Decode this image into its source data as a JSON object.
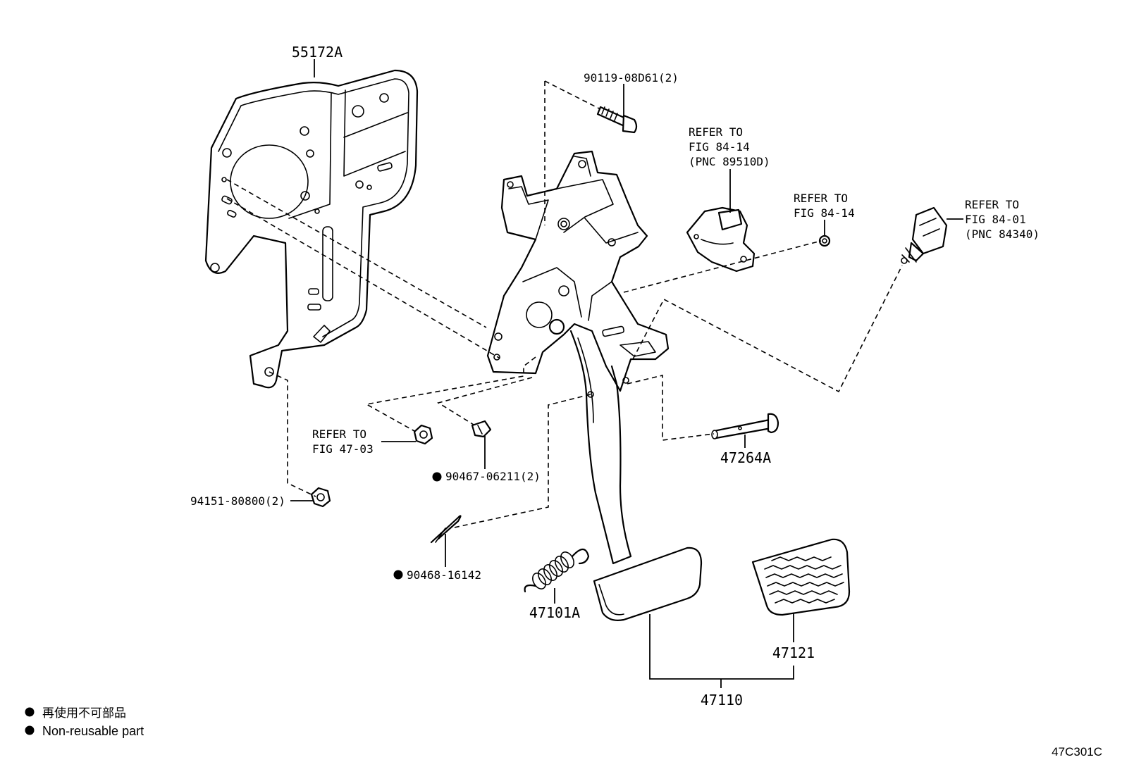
{
  "labels": {
    "bracket": "55172A",
    "bolt_top": "90119-08D61(2)",
    "refer_sensor_1": "REFER TO",
    "refer_sensor_2": "FIG 84-14",
    "refer_sensor_3": "(PNC 89510D)",
    "refer_nut_1": "REFER TO",
    "refer_nut_2": "FIG 84-14",
    "refer_switch_1": "REFER TO",
    "refer_switch_2": "FIG 84-01",
    "refer_switch_3": "(PNC 84340)",
    "refer_fig47_1": "REFER TO",
    "refer_fig47_2": "FIG 47-03",
    "nut_left": "94151-80800(2)",
    "clip": "90467-06211(2)",
    "pin_clip": "90468-16142",
    "spring": "47101A",
    "pin": "47264A",
    "pad": "47121",
    "pedal": "47110"
  },
  "legend": {
    "japanese": "再使用不可部品",
    "english": "Non-reusable part"
  },
  "figure_code": "47C301C"
}
